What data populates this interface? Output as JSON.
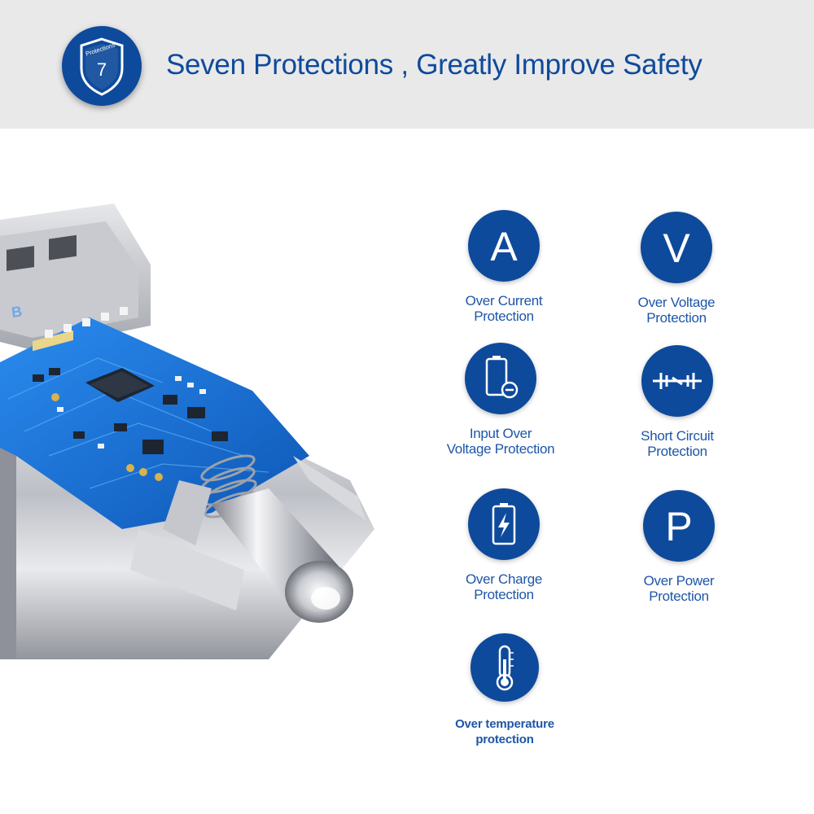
{
  "header": {
    "badge_number": "7",
    "badge_text": "Protections",
    "title": "Seven Protections , Greatly Improve Safety"
  },
  "product": {
    "brand_mark": "B"
  },
  "features": [
    {
      "icon": "ampere-letter-icon",
      "glyph": "A",
      "line1": "Over Current",
      "line2": "Protection"
    },
    {
      "icon": "voltage-letter-icon",
      "glyph": "V",
      "line1": "Over  Voltage",
      "line2": "Protection"
    },
    {
      "icon": "battery-minus-icon",
      "line1": "Input Over",
      "line2": "Voltage Protection"
    },
    {
      "icon": "circuit-icon",
      "line1": "Short Circuit",
      "line2": "Protection"
    },
    {
      "icon": "battery-charge-icon",
      "line1": "Over Charge",
      "line2": "Protection"
    },
    {
      "icon": "power-letter-icon",
      "glyph": "P",
      "line1": "Over Power",
      "line2": "Protection"
    },
    {
      "icon": "thermometer-icon",
      "line1": "Over temperature",
      "line2": "protection"
    }
  ],
  "colors": {
    "brand_blue": "#0e4a9b",
    "label_blue": "#1d56a8",
    "header_bg": "#e9e9ea",
    "pcb_blue": "#1b78d8"
  }
}
